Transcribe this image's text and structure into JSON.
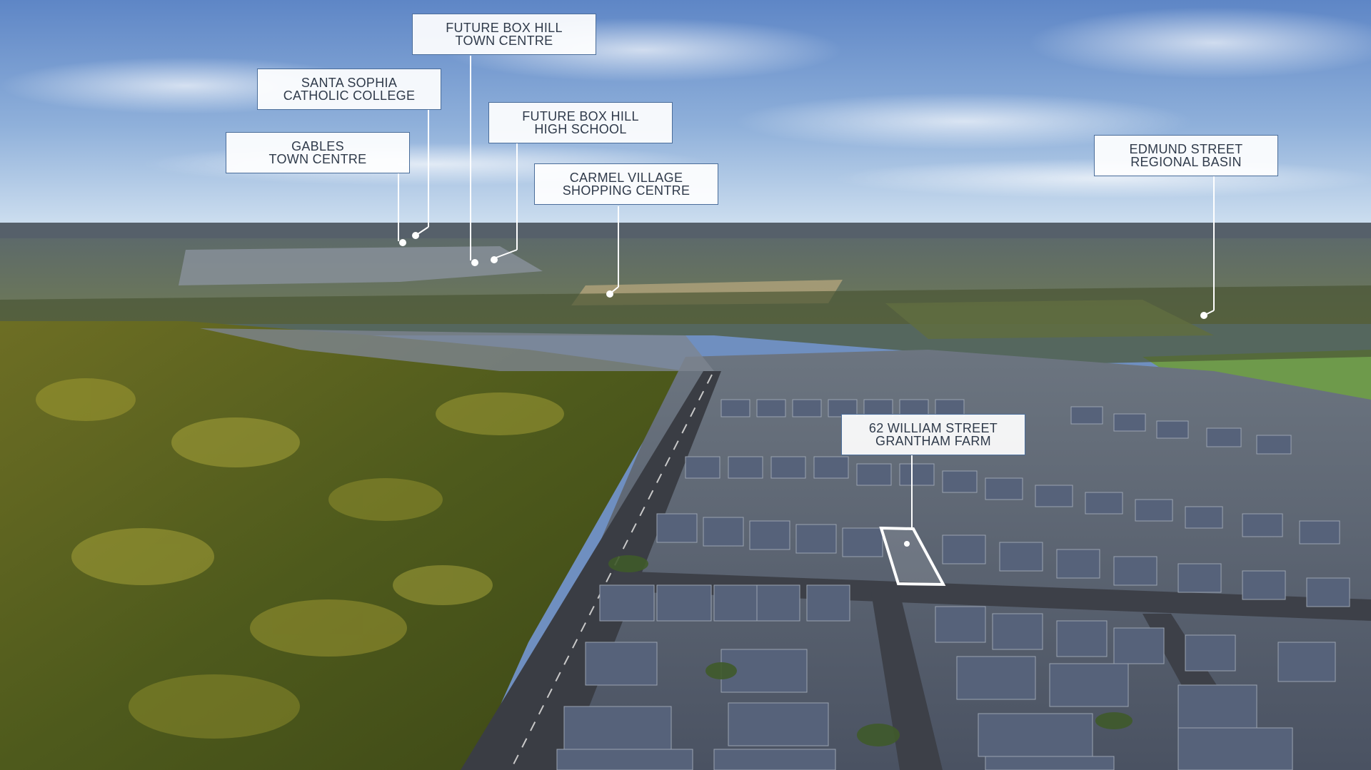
{
  "image": {
    "description_tags": [
      "aerial-photo",
      "suburb",
      "bushland",
      "sky"
    ]
  },
  "callouts": [
    {
      "id": "gables",
      "line1": "GABLES",
      "line2": "TOWN CENTRE"
    },
    {
      "id": "santa-sophia",
      "line1": "SANTA SOPHIA",
      "line2": "CATHOLIC COLLEGE"
    },
    {
      "id": "future-box-hill-town",
      "line1": "FUTURE BOX HILL",
      "line2": "TOWN CENTRE"
    },
    {
      "id": "future-box-hill-high",
      "line1": "FUTURE BOX HILL",
      "line2": "HIGH SCHOOL"
    },
    {
      "id": "carmel-village",
      "line1": "CARMEL VILLAGE",
      "line2": "SHOPPING CENTRE"
    },
    {
      "id": "edmund-street",
      "line1": "EDMUND STREET",
      "line2": "REGIONAL BASIN"
    },
    {
      "id": "william-street",
      "line1": "62 WILLIAM STREET",
      "line2": "GRANTHAM FARM"
    }
  ],
  "colors": {
    "sky_top": "#5e86c6",
    "sky_horizon": "#cfe0f0",
    "forest": "#4f5a1e",
    "forest_highlight": "#9a9a2e",
    "roofs": "#4e5a6e",
    "road": "#3a3d44",
    "callout_border": "#4a6d9a",
    "property_outline": "#ffffff"
  }
}
